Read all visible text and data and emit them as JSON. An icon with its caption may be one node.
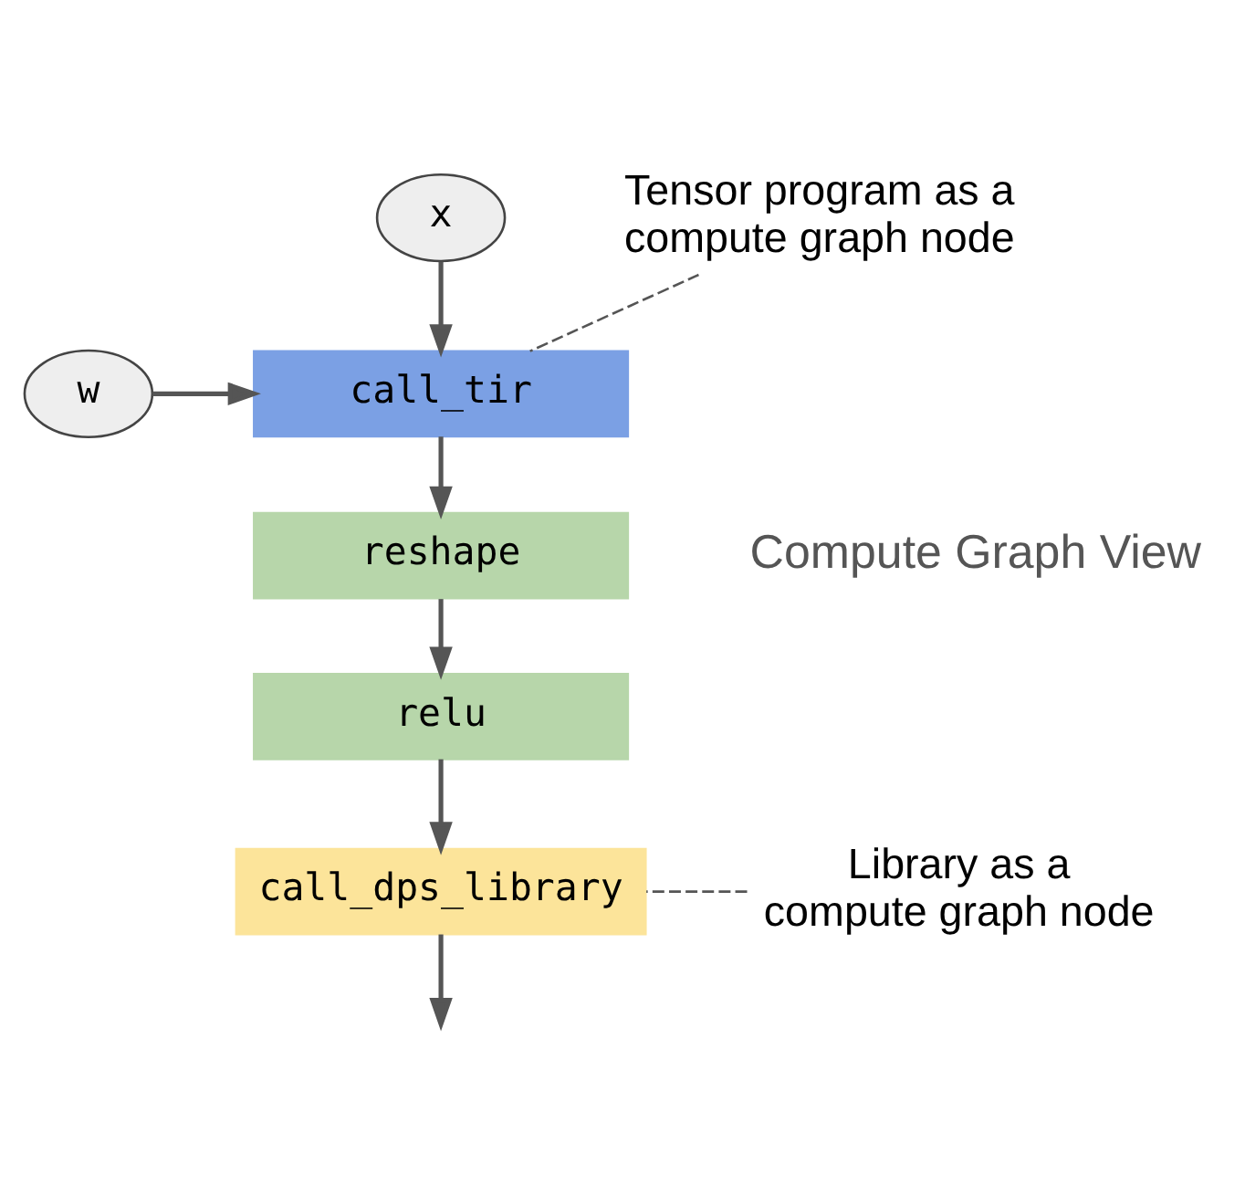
{
  "diagram": {
    "nodes": [
      {
        "text": [
          "x"
        ]
      },
      {
        "text": [
          "w"
        ]
      },
      {
        "text": [
          "call_tir"
        ]
      },
      {
        "text": [
          "reshape"
        ]
      },
      {
        "text": [
          "relu"
        ]
      },
      {
        "text": [
          "call_dps_library"
        ]
      },
      {
        "text": [
          "Tensor program as a compute graph node"
        ]
      },
      {
        "text": [
          "Library as a compute graph node"
        ]
      }
    ],
    "edges": [
      {
        "from": 0,
        "to": 2,
        "arrow": "to"
      },
      {
        "from": 1,
        "to": 2,
        "arrow": "to"
      },
      {
        "from": 2,
        "to": 3,
        "arrow": "to"
      },
      {
        "from": 3,
        "to": 4,
        "arrow": "to"
      },
      {
        "from": 4,
        "to": 5,
        "arrow": "to"
      },
      {
        "from": 5,
        "to": null,
        "arrow": "to"
      },
      {
        "from": 6,
        "to": 2,
        "arrow": "none",
        "style": "dashed"
      },
      {
        "from": 7,
        "to": 5,
        "arrow": "none",
        "style": "dashed"
      }
    ],
    "labels": [
      "Compute Graph View"
    ]
  }
}
